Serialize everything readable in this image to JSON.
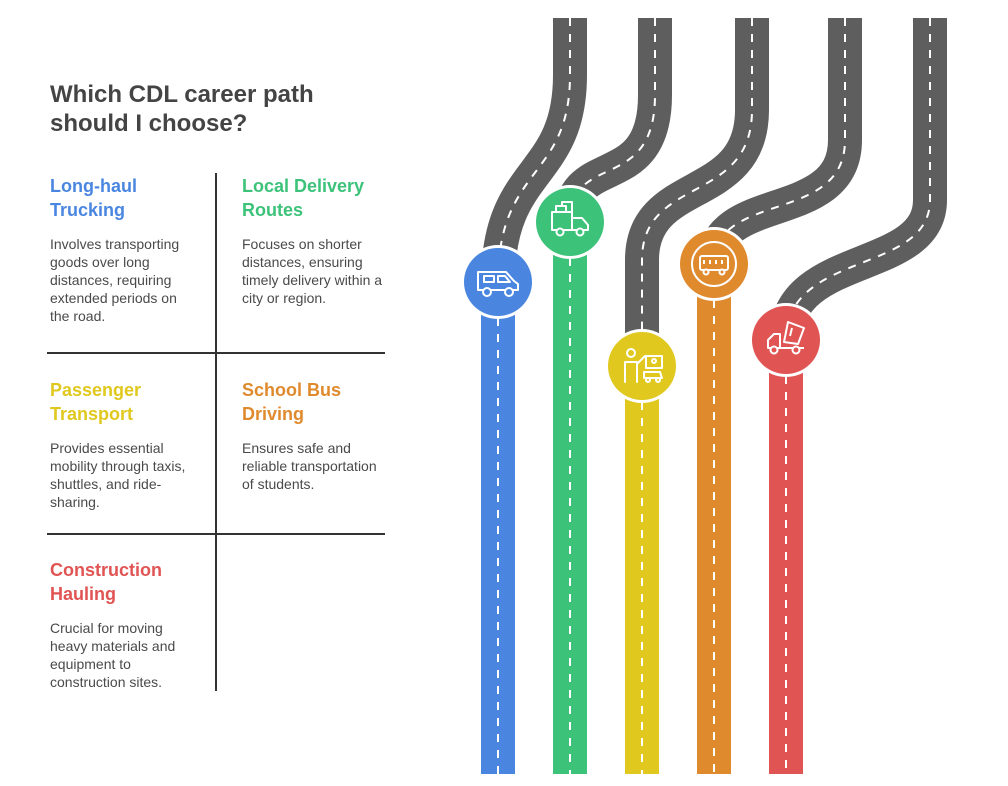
{
  "title_lines": [
    "Which CDL career path",
    "should I choose?"
  ],
  "paths": [
    {
      "heading_lines": [
        "Long-haul",
        "Trucking"
      ],
      "description": "Involves transporting goods over long distances, requiring extended periods on the road.",
      "color": "#4a86e0",
      "icon": "van-icon"
    },
    {
      "heading_lines": [
        "Local Delivery",
        "Routes"
      ],
      "description": "Focuses on shorter distances, ensuring timely delivery within a city or region.",
      "color": "#3dc27a",
      "icon": "delivery-truck-icon"
    },
    {
      "heading_lines": [
        "Passenger",
        "Transport"
      ],
      "description": "Provides essential mobility through taxis, shuttles, and ride-sharing.",
      "color": "#e0c81e",
      "icon": "passenger-icon"
    },
    {
      "heading_lines": [
        "School Bus",
        "Driving"
      ],
      "description": "Ensures safe and reliable transportation of students.",
      "color": "#e08a2e",
      "icon": "bus-icon"
    },
    {
      "heading_lines": [
        "Construction",
        "Hauling"
      ],
      "description": "Crucial for moving heavy materials and equipment to construction sites.",
      "color": "#e05454",
      "icon": "dump-truck-icon"
    }
  ],
  "road_color": "#5e5e5e",
  "lane_marking_color": "#ffffff"
}
